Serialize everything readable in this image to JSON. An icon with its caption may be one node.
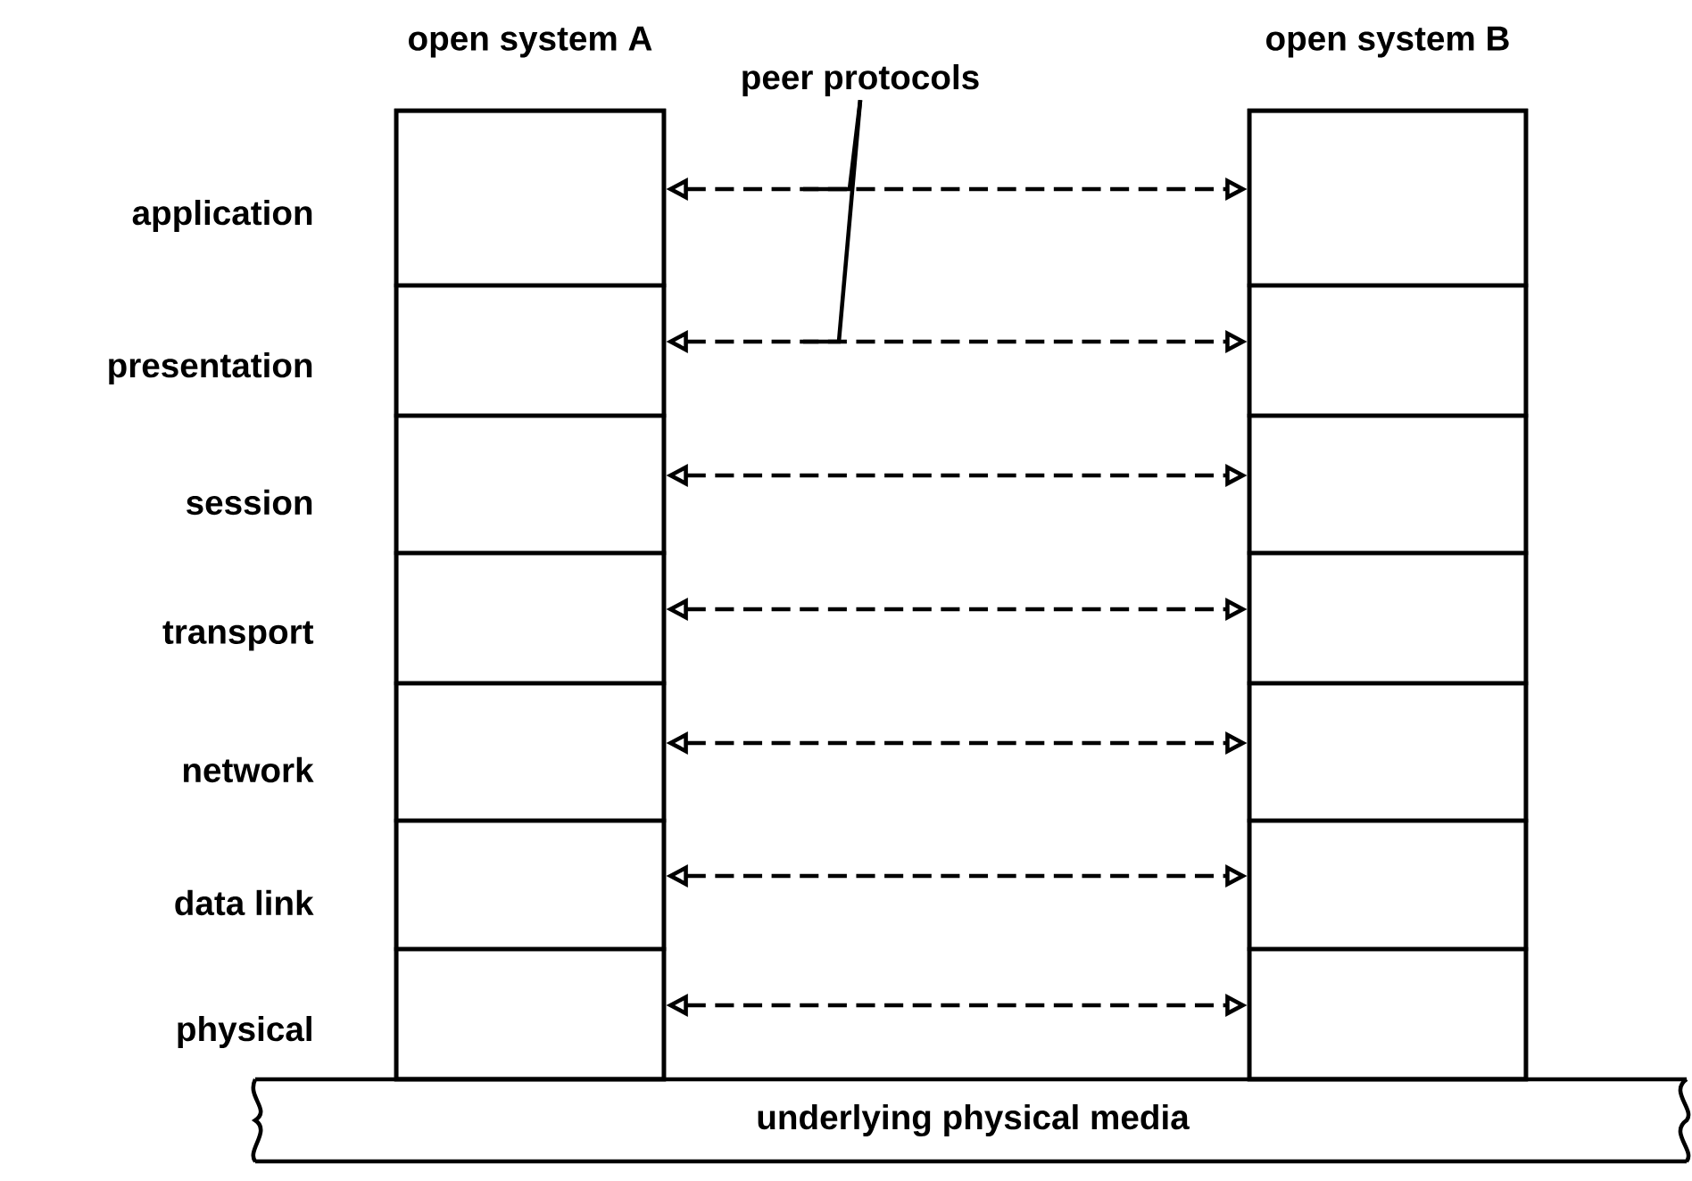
{
  "diagram": {
    "nodes": [
      {
        "text": [
          "open system A"
        ]
      },
      {
        "text": [],
        "shape": "box",
        "in": 0
      },
      {
        "text": [],
        "shape": "box",
        "in": 0
      },
      {
        "text": [],
        "shape": "box",
        "in": 0
      },
      {
        "text": [],
        "shape": "box",
        "in": 0
      },
      {
        "text": [],
        "shape": "box",
        "in": 0
      },
      {
        "text": [],
        "shape": "box",
        "in": 0
      },
      {
        "text": [],
        "shape": "box",
        "in": 0
      },
      {
        "text": [
          "open system B"
        ]
      },
      {
        "text": [],
        "shape": "box",
        "in": 8
      },
      {
        "text": [],
        "shape": "box",
        "in": 8
      },
      {
        "text": [],
        "shape": "box",
        "in": 8
      },
      {
        "text": [],
        "shape": "box",
        "in": 8
      },
      {
        "text": [],
        "shape": "box",
        "in": 8
      },
      {
        "text": [],
        "shape": "box",
        "in": 8
      },
      {
        "text": [],
        "shape": "box",
        "in": 8
      },
      {
        "text": [
          "peer protocols"
        ]
      },
      {
        "text": [
          "underlying physical media"
        ]
      }
    ],
    "edges": [
      {
        "from": 1,
        "to": 9,
        "arrow": "both",
        "style": "dashed"
      },
      {
        "from": 2,
        "to": 10,
        "arrow": "both",
        "style": "dashed"
      },
      {
        "from": 3,
        "to": 11,
        "arrow": "both",
        "style": "dashed"
      },
      {
        "from": 4,
        "to": 12,
        "arrow": "both",
        "style": "dashed"
      },
      {
        "from": 5,
        "to": 13,
        "arrow": "both",
        "style": "dashed"
      },
      {
        "from": 6,
        "to": 14,
        "arrow": "both",
        "style": "dashed"
      },
      {
        "from": 7,
        "to": 15,
        "arrow": "both",
        "style": "dashed"
      },
      {
        "from": 16,
        "to": null,
        "arrow": "none"
      },
      {
        "from": 16,
        "to": null,
        "arrow": "none"
      }
    ],
    "labels": [
      "application",
      "presentation",
      "session",
      "transport",
      "network",
      "data link",
      "physical"
    ]
  }
}
